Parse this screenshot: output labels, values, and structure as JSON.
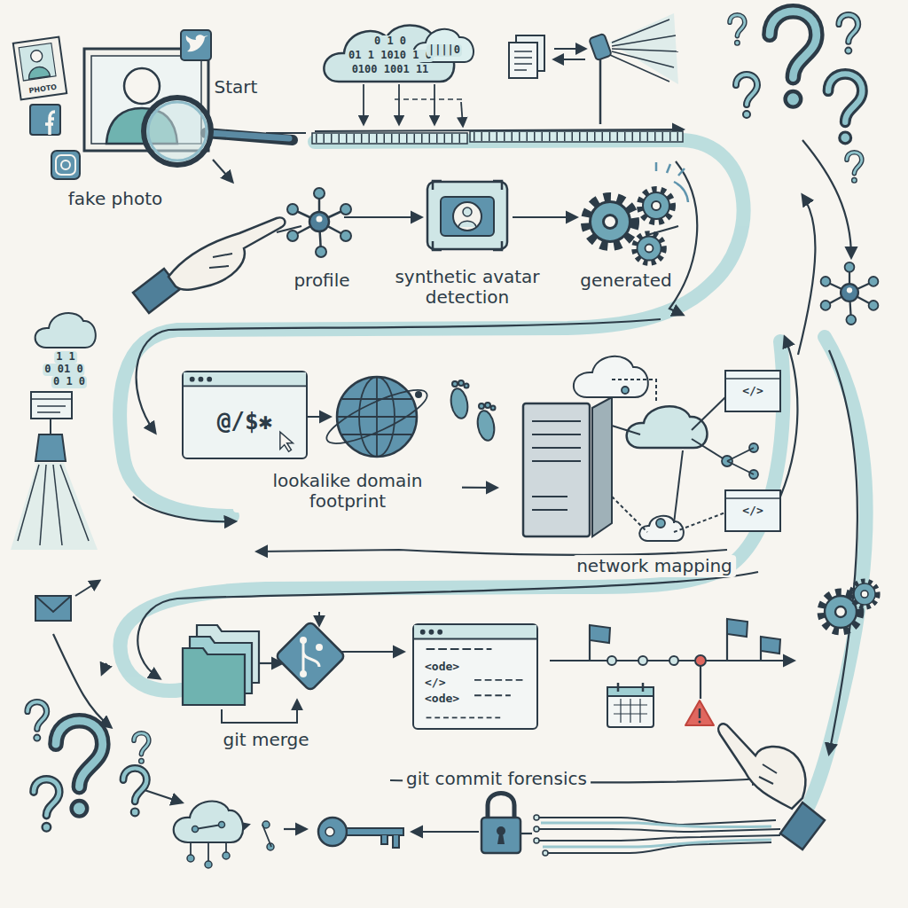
{
  "diagram": {
    "nodes": [
      {
        "text": [
          "PHOTO"
        ]
      },
      {
        "text": [
          "@/$✱"
        ]
      },
      {
        "text": [
          "<ode>",
          "</>",
          "<ode>"
        ]
      }
    ],
    "labels": [
      "Start",
      "fake photo",
      "profile",
      "synthetic avatar detection",
      "generated",
      "lookalike domain footprint",
      "network mapping",
      "git merge",
      "git commit forensics",
      "0 1 0",
      "01 1 1010 1 0",
      "0100 1001 11",
      "||||0",
      "1 1",
      "0 01 0",
      "0 1 0",
      "</>",
      "</>"
    ]
  }
}
